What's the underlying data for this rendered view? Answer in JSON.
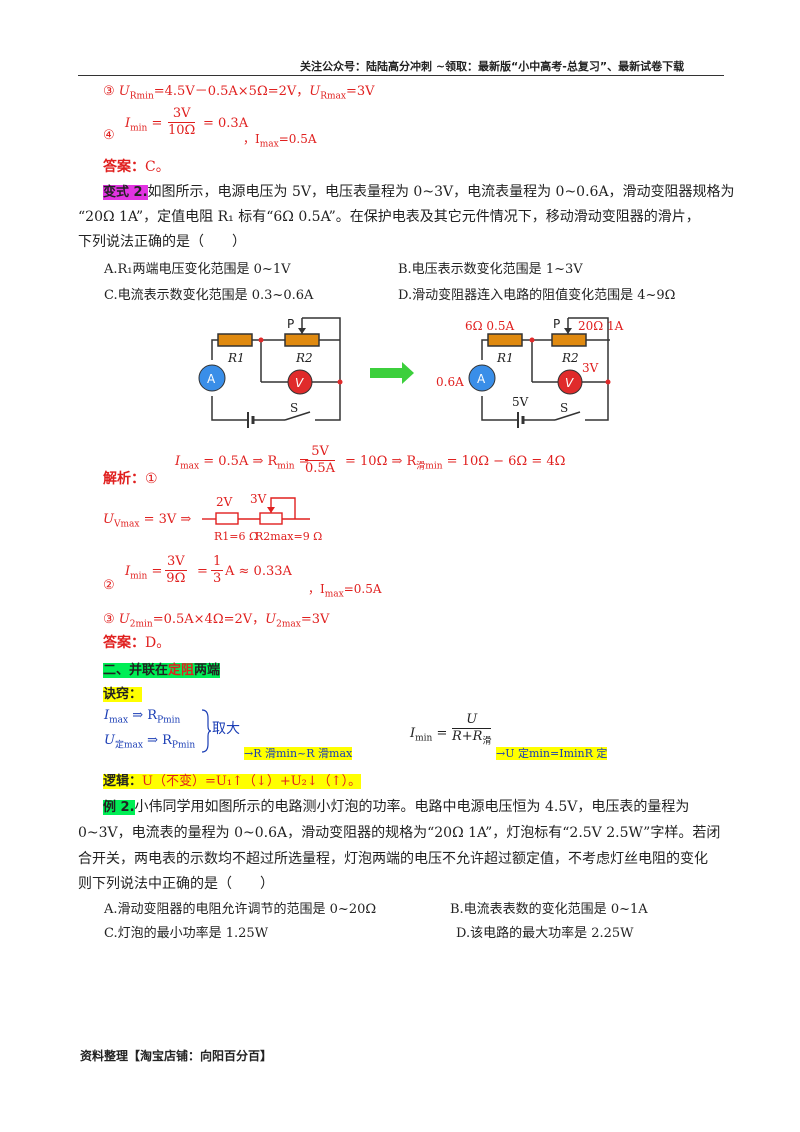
{
  "header": {
    "text": "关注公众号：陆陆高分冲刺 ~领取：最新版“小中高考-总复习”、最新试卷下载"
  },
  "part1": {
    "line3": "③ U_Rmin=4.5V－0.5A×5Ω=2V，U_Rmax=3V",
    "line3_a": "③ ",
    "line3_b": "U",
    "line3_c": "Rmin",
    "line3_d": "=4.5V－0.5A×5Ω=2V，",
    "line3_e": "U",
    "line3_f": "Rmax",
    "line3_g": "=3V",
    "line4_circle": "④",
    "line4_lhs": "I",
    "line4_sub": "min",
    "line4_num": "3V",
    "line4_den": "10Ω",
    "line4_rhs": "= 0.3A",
    "line4_imax": "，I",
    "line4_imax_sub": "max",
    "line4_imax_val": "=0.5A",
    "answer_label": "答案：",
    "answer_val": "C。"
  },
  "variant2": {
    "tag": "变式 2.",
    "line1": "如图所示，电源电压为 5V，电压表量程为 0~3V，电流表量程为 0~0.6A，滑动变阻器规格为",
    "line2": "“20Ω  1A”，定值电阻 R₁ 标有“6Ω  0.5A”。在保护电表及其它元件情况下，移动滑动变阻器的滑片，",
    "line3": "下列说法正确的是（　　）",
    "optA": "A.R₁两端电压变化范围是 0~1V",
    "optB": "B.电压表示数变化范围是 1~3V",
    "optC": "C.电流表示数变化范围是 0.3~0.6A",
    "optD": "D.滑动变阻器连入电路的阻值变化范围是 4~9Ω"
  },
  "circuit": {
    "p": "P",
    "r1": "R1",
    "r2": "R2",
    "a": "A",
    "v": "V",
    "s": "S",
    "r1_rating": "6Ω  0.5A",
    "r2_rating": "20Ω  1A",
    "a_rating": "0.6A",
    "v_rating": "3V",
    "source": "5V"
  },
  "analysis": {
    "label": "解析：",
    "circle1": "①",
    "eq1_a": "I",
    "eq1_a_sub": "max",
    "eq1_b": " = 0.5A ⇒ R",
    "eq1_b_sub": "min",
    "eq1_num": "5V",
    "eq1_den": "0.5A",
    "eq1_c": " = 10Ω ⇒ R",
    "eq1_c_sub": "滑min",
    "eq1_d": " = 10Ω − 6Ω = 4Ω",
    "uv_lhs": "U",
    "uv_sub": "Vmax",
    "uv_rhs": " = 3V ⇒",
    "seg_2v": "2V",
    "seg_3v": "3V",
    "seg_r1": "R1=6 Ω",
    "seg_r2": "R2max=9 Ω",
    "circle2": "②",
    "eq2_lhs": "I",
    "eq2_sub": "min",
    "eq2_num1": "3V",
    "eq2_den1": "9Ω",
    "eq2_num2": "1",
    "eq2_den2": "3",
    "eq2_rhs": "A ≈ 0.33A",
    "eq2_imax": "，I",
    "eq2_imax_sub": "max",
    "eq2_imax_val": "=0.5A",
    "line3_a": "③ ",
    "line3_b": "U",
    "line3_c": "2min",
    "line3_d": "=0.5A×4Ω=2V，",
    "line3_e": "U",
    "line3_f": "2max",
    "line3_g": "=3V",
    "answer_label": "答案：",
    "answer_val": "D。"
  },
  "section2": {
    "title_a": "二、并联在",
    "title_b": "定阻",
    "title_c": "两端",
    "trick": "诀窍：",
    "imax": "I",
    "imax_sub": "max",
    "rpmin": " ⇒ R",
    "rpmin_sub": "Pmin",
    "uding": "U",
    "uding_sub": "定max",
    "rpmin2": " ⇒ R",
    "rpmin2_sub": "Pmin",
    "take_big": "取大",
    "arrow1": "→R 滑min~R 滑max",
    "imin": "I",
    "imin_sub": "min",
    "eq_num": "U",
    "eq_den": "R+R",
    "eq_den_sub": "滑",
    "arrow2": "→U 定min=IminR 定",
    "logic_label": "逻辑：",
    "logic_text": "U（不变）=U₁↑（↓）+U₂↓（↑）。"
  },
  "example2": {
    "tag": "例 2.",
    "line1": "小伟同学用如图所示的电路测小灯泡的功率。电路中电源电压恒为 4.5V，电压表的量程为",
    "line2": "0~3V，电流表的量程为 0~0.6A，滑动变阻器的规格为“20Ω  1A”，灯泡标有“2.5V  2.5W”字样。若闭",
    "line3": "合开关，两电表的示数均不超过所选量程，灯泡两端的电压不允许超过额定值，不考虑灯丝电阻的变化",
    "line4": "则下列说法中正确的是（　　）",
    "optA": "A.滑动变阻器的电阻允许调节的范围是 0~20Ω",
    "optB": "B.电流表表数的变化范围是 0~1A",
    "optC": "C.灯泡的最小功率是 1.25W",
    "optD": "D.该电路的最大功率是 2.25W"
  },
  "footer": {
    "text": "资料整理【淘宝店铺：向阳百分百】"
  }
}
